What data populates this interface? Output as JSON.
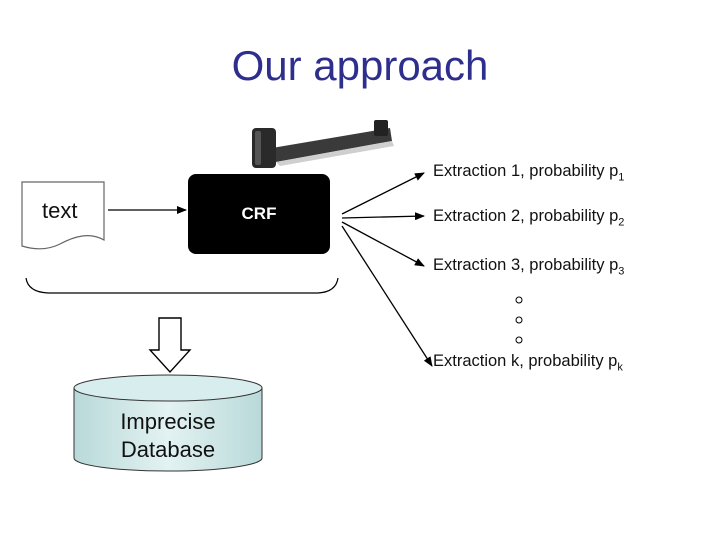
{
  "title": "Our approach",
  "input_label": "text",
  "model_label": "CRF",
  "extractions": [
    {
      "text": "Extraction 1, probability p",
      "sub": "1"
    },
    {
      "text": "Extraction 2, probability p",
      "sub": "2"
    },
    {
      "text": "Extraction 3, probability p",
      "sub": "3"
    },
    {
      "text": "Extraction k, probability p",
      "sub": "k"
    }
  ],
  "database_label_line1": "Imprecise",
  "database_label_line2": "Database",
  "colors": {
    "title": "#2e2e8c",
    "crf_box": "#000000",
    "database_fill": "#cfe6e6",
    "hammer": "#444444"
  }
}
